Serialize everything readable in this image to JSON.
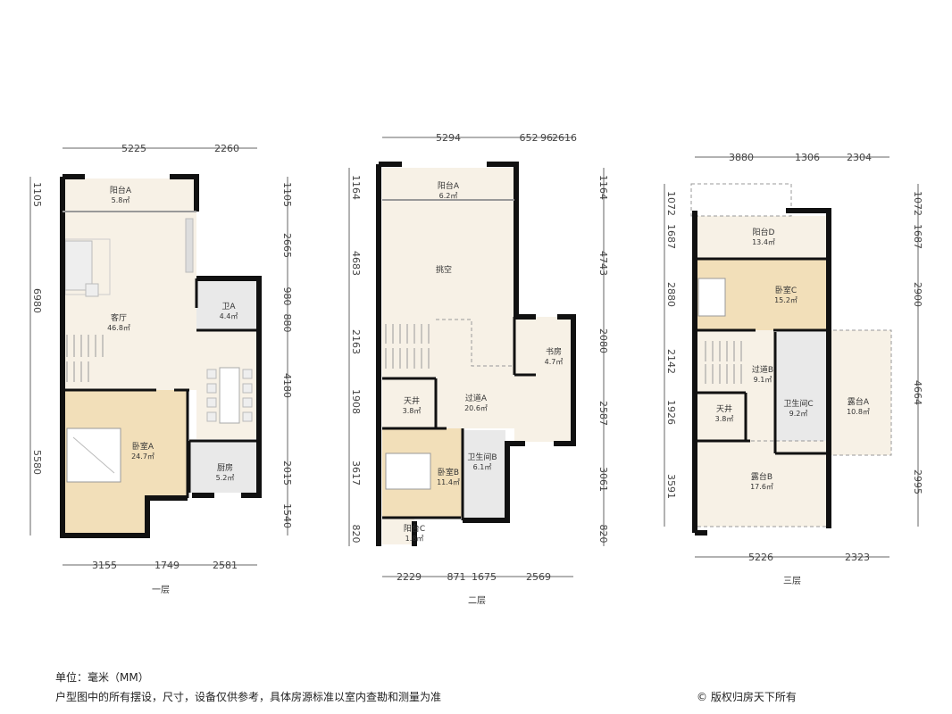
{
  "floors": [
    {
      "label": "一层",
      "dims_top": [
        "5225",
        "2260"
      ],
      "dims_bottom": [
        "3155",
        "1749",
        "2581"
      ],
      "dims_left": [
        "1105",
        "6980",
        "5580"
      ],
      "dims_right": [
        "1105",
        "2665",
        "980",
        "880",
        "4180",
        "2015",
        "1540"
      ],
      "rooms": [
        {
          "name": "阳台A",
          "area": "5.8㎡"
        },
        {
          "name": "客厅",
          "area": "46.8㎡"
        },
        {
          "name": "卫A",
          "area": "4.4㎡"
        },
        {
          "name": "卧室A",
          "area": "24.7㎡"
        },
        {
          "name": "厨房",
          "area": "5.2㎡"
        }
      ]
    },
    {
      "label": "二层",
      "dims_top": [
        "5294",
        "652",
        "96",
        "2616"
      ],
      "dims_bottom": [
        "2229",
        "871",
        "1675",
        "2569"
      ],
      "dims_left": [
        "1164",
        "4683",
        "2163",
        "1908",
        "3617",
        "820"
      ],
      "dims_right": [
        "1164",
        "4743",
        "2080",
        "2587",
        "3061",
        "820"
      ],
      "rooms": [
        {
          "name": "阳台A",
          "area": "6.2㎡"
        },
        {
          "name": "挑空",
          "area": ""
        },
        {
          "name": "书房",
          "area": "4.7㎡"
        },
        {
          "name": "天井",
          "area": "3.8㎡"
        },
        {
          "name": "过道A",
          "area": "20.6㎡"
        },
        {
          "name": "卧室B",
          "area": "11.4㎡"
        },
        {
          "name": "卫生间B",
          "area": "6.1㎡"
        },
        {
          "name": "阳台C",
          "area": "1.8㎡"
        }
      ]
    },
    {
      "label": "三层",
      "dims_top": [
        "3880",
        "1306",
        "2304"
      ],
      "dims_bottom": [
        "5226",
        "2323"
      ],
      "dims_left": [
        "1072",
        "1687",
        "2880",
        "2142",
        "1926",
        "3591"
      ],
      "dims_right": [
        "1072",
        "1687",
        "2900",
        "4664",
        "2995"
      ],
      "rooms": [
        {
          "name": "阳台D",
          "area": "13.4㎡"
        },
        {
          "name": "卧室C",
          "area": "15.2㎡"
        },
        {
          "name": "过道B",
          "area": "9.1㎡"
        },
        {
          "name": "天井",
          "area": "3.8㎡"
        },
        {
          "name": "卫生间C",
          "area": "9.2㎡"
        },
        {
          "name": "露台A",
          "area": "10.8㎡"
        },
        {
          "name": "露台B",
          "area": "17.6㎡"
        }
      ]
    }
  ],
  "footer": {
    "unit": "单位：毫米（MM）",
    "disclaimer": "户型图中的所有摆设，尺寸，设备仅供参考，具体房源标准以室内查勘和测量为准",
    "copyright": "© 版权归房天下所有"
  },
  "colors": {
    "wall": "#111111",
    "floor": "#f7f1e6",
    "bedroom": "#f2dfb9",
    "wet": "#e9e9e9"
  }
}
